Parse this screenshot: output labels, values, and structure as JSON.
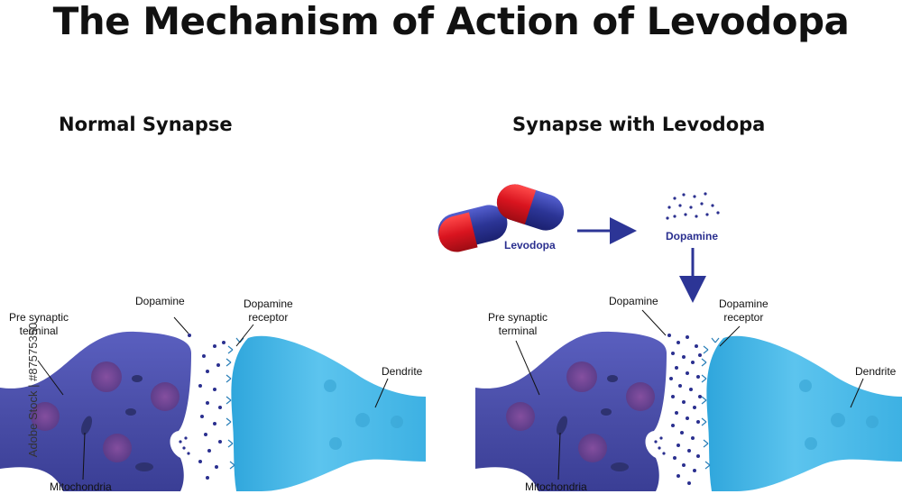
{
  "title": "The Mechanism of Action of Levodopa",
  "panels": {
    "left": {
      "heading": "Normal Synapse",
      "labels": {
        "dopamine": "Dopamine",
        "presynaptic": "Pre synaptic\nterminal",
        "receptor": "Dopamine\nreceptor",
        "dendrite": "Dendrite",
        "mitochondria": "Mitochondria"
      }
    },
    "right": {
      "heading": "Synapse with Levodopa",
      "labels": {
        "levodopa": "Levodopa",
        "dopamine_top": "Dopamine",
        "dopamine": "Dopamine",
        "presynaptic": "Pre synaptic\nterminal",
        "receptor": "Dopamine\nreceptor",
        "dendrite": "Dendrite",
        "mitochondria": "Mitochondria"
      }
    }
  },
  "watermark": "Adobe Stock | #87575350",
  "colors": {
    "presynaptic": "#4a4ea8",
    "postsynaptic": "#45b6e6",
    "dopamine_dot": "#2a2f8f",
    "pill_red": "#d9141f",
    "pill_blue": "#2c3596",
    "arrow": "#2c3596"
  }
}
